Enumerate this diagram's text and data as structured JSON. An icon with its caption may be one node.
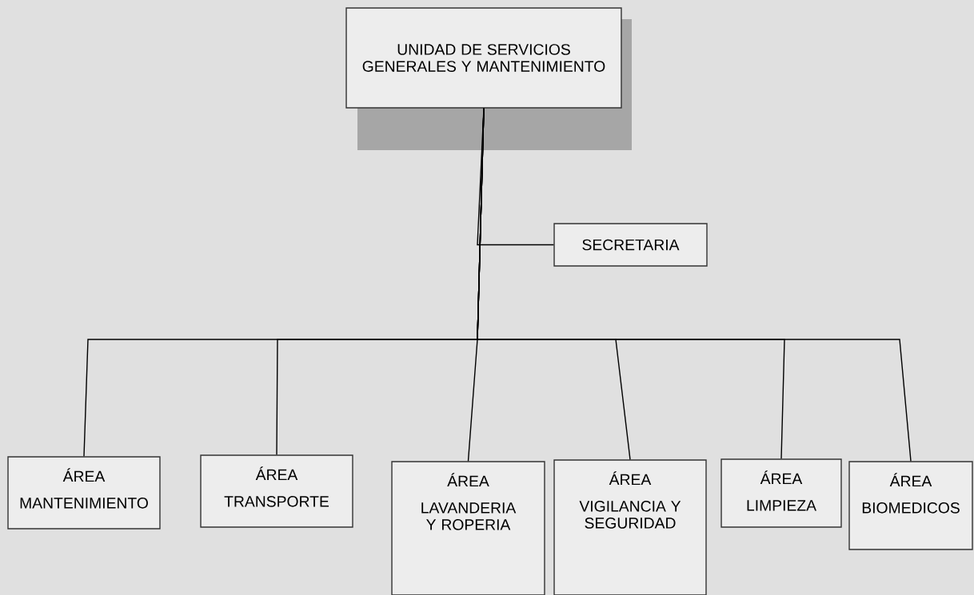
{
  "diagram": {
    "nodes": [
      {
        "text": [
          "UNIDAD DE SERVICIOS GENERALES Y MANTENIMIENTO"
        ]
      },
      {
        "text": [
          "SECRETARIA"
        ]
      },
      {
        "text": [
          "ÁREA",
          "MANTENIMIENTO"
        ]
      },
      {
        "text": [
          "ÁREA",
          "TRANSPORTE"
        ]
      },
      {
        "text": [
          "ÁREA",
          "LAVANDERIA Y ROPERIA"
        ]
      },
      {
        "text": [
          "ÁREA",
          "VIGILANCIA Y SEGURIDAD"
        ]
      },
      {
        "text": [
          "ÁREA",
          "LIMPIEZA"
        ]
      },
      {
        "text": [
          "ÁREA",
          "BIOMEDICOS"
        ]
      }
    ],
    "edges": [
      {
        "from": 0,
        "to": 1,
        "arrow": "none"
      },
      {
        "from": 0,
        "to": 2,
        "arrow": "none"
      },
      {
        "from": 0,
        "to": 3,
        "arrow": "none"
      },
      {
        "from": 0,
        "to": 4,
        "arrow": "none"
      },
      {
        "from": 0,
        "to": 5,
        "arrow": "none"
      },
      {
        "from": 0,
        "to": 6,
        "arrow": "none"
      },
      {
        "from": 0,
        "to": 7,
        "arrow": "none"
      }
    ]
  }
}
